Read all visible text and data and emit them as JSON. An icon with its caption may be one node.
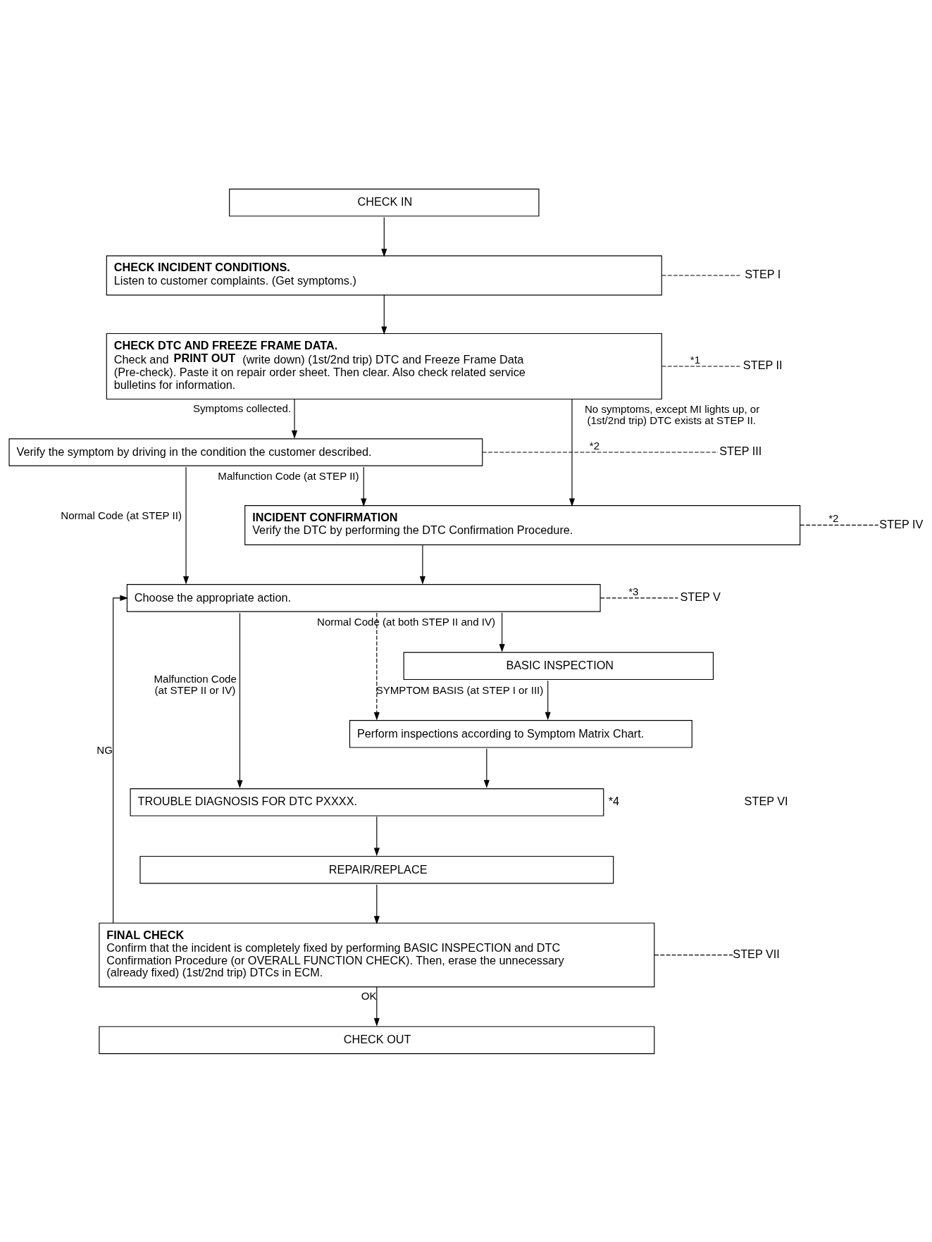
{
  "diagram": {
    "nodes": [
      {
        "text": [
          "CHECK IN"
        ]
      },
      {
        "text": [
          "CHECK INCIDENT CONDITIONS.",
          "Listen to customer complaints. (Get symptoms.)"
        ]
      },
      {
        "text": [
          "CHECK DTC AND FREEZE FRAME DATA.",
          "Check and **PRINT OUT** (write down) (1st/2nd trip) DTC and Freeze Frame Data (Pre-check). Paste it on repair order sheet. Then clear. Also check related service bulletins for information."
        ]
      },
      {
        "text": [
          "Verify the symptom by driving in the condition the customer described."
        ]
      },
      {
        "text": [
          "INCIDENT CONFIRMATION",
          "Verify the DTC by performing the DTC Confirmation Procedure."
        ]
      },
      {
        "text": [
          "Choose the appropriate action."
        ]
      },
      {
        "text": [
          "BASIC INSPECTION"
        ]
      },
      {
        "text": [
          "Perform inspections according to Symptom Matrix Chart."
        ]
      },
      {
        "text": [
          "TROUBLE DIAGNOSIS FOR DTC PXXXX."
        ],
        "beside": [
          "*4"
        ]
      },
      {
        "text": [
          "REPAIR/REPLACE"
        ]
      },
      {
        "text": [
          "FINAL CHECK",
          "Confirm that the incident is completely fixed by performing BASIC INSPECTION and DTC Confirmation Procedure (or OVERALL FUNCTION CHECK). Then, erase the unnecessary (already fixed) (1st/2nd trip) DTCs in ECM."
        ]
      },
      {
        "text": [
          "CHECK OUT"
        ]
      },
      {
        "text": [
          "STEP I"
        ]
      },
      {
        "text": [
          "STEP II"
        ]
      },
      {
        "text": [
          "STEP III"
        ]
      },
      {
        "text": [
          "STEP IV"
        ]
      },
      {
        "text": [
          "STEP V"
        ]
      },
      {
        "text": [
          "STEP VII"
        ]
      }
    ],
    "edges": [
      {
        "from": 0,
        "to": 1,
        "arrow": "to"
      },
      {
        "from": 1,
        "to": 2,
        "arrow": "to"
      },
      {
        "from": 1,
        "to": 12,
        "arrow": "none",
        "style": "dashed"
      },
      {
        "from": 2,
        "to": 3,
        "arrow": "to",
        "label": "Symptoms collected."
      },
      {
        "from": 2,
        "to": 4,
        "arrow": "to",
        "label": "No symptoms, except MI lights up, or (1st/2nd trip) DTC exists at STEP II."
      },
      {
        "from": 2,
        "to": 13,
        "arrow": "none",
        "style": "dashed",
        "label": "*1"
      },
      {
        "from": 3,
        "to": 5,
        "arrow": "to",
        "label": "Normal Code (at STEP II)"
      },
      {
        "from": 3,
        "to": 4,
        "arrow": "to",
        "label": "Malfunction Code (at STEP II)"
      },
      {
        "from": 3,
        "to": 14,
        "arrow": "none",
        "style": "dashed",
        "label": "*2"
      },
      {
        "from": 4,
        "to": 5,
        "arrow": "to"
      },
      {
        "from": 4,
        "to": 15,
        "arrow": "none",
        "style": "dashed",
        "label": "*2"
      },
      {
        "from": 5,
        "to": 8,
        "arrow": "to",
        "label": "Malfunction Code (at STEP II or IV)"
      },
      {
        "from": 5,
        "to": 7,
        "arrow": "to",
        "style": "dashed"
      },
      {
        "from": 5,
        "to": 6,
        "arrow": "to",
        "label": "Normal Code (at both STEP II and IV)"
      },
      {
        "from": 5,
        "to": 16,
        "arrow": "none",
        "style": "dashed",
        "label": "*3"
      },
      {
        "from": 6,
        "to": 7,
        "arrow": "to",
        "label": "SYMPTOM BASIS (at STEP I or III)"
      },
      {
        "from": 7,
        "to": 8,
        "arrow": "to"
      },
      {
        "from": 8,
        "to": 9,
        "arrow": "to"
      },
      {
        "from": 9,
        "to": 10,
        "arrow": "to"
      },
      {
        "from": 10,
        "to": 5,
        "arrow": "to",
        "label": "NG"
      },
      {
        "from": 10,
        "to": 11,
        "arrow": "to",
        "label": "OK"
      },
      {
        "from": 10,
        "to": 17,
        "arrow": "none",
        "style": "dashed"
      }
    ],
    "labels": [
      "STEP VI"
    ]
  }
}
